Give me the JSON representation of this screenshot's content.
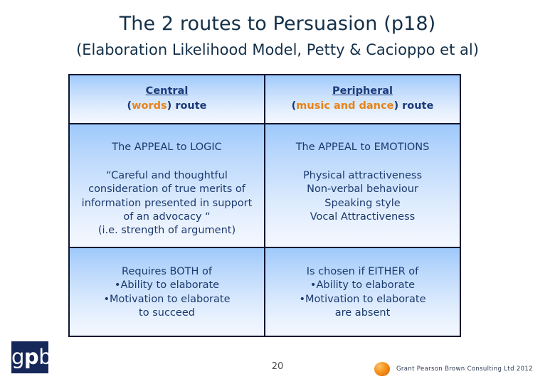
{
  "slide": {
    "title": "The 2 routes to Persuasion (p18)",
    "subtitle": "(Elaboration Likelihood Model, Petty & Cacioppo et al)",
    "page_number": "20"
  },
  "colors": {
    "title_navy": "#143049",
    "cell_text_navy": "#1b3a6e",
    "header_navy": "#1b3a7a",
    "accent_orange": "#e8821a",
    "border": "#0a1530",
    "gradient_top": "#9ec9fb",
    "gradient_bottom": "#f2f7ff",
    "logo_background": "#16275a"
  },
  "table": {
    "header": {
      "central": {
        "title": "Central",
        "sub_prefix": "(",
        "sub_highlight": "words",
        "sub_suffix": ") route"
      },
      "peripheral": {
        "title": "Peripheral",
        "sub_prefix": "(",
        "sub_highlight": "music and dance",
        "sub_suffix": ") route"
      }
    },
    "rows": [
      {
        "central": {
          "appeal": "The APPEAL to LOGIC",
          "body": [
            "“Careful and thoughtful",
            "consideration of true merits of",
            "information presented in support",
            "of an advocacy “",
            "(i.e. strength of argument)"
          ]
        },
        "peripheral": {
          "appeal": "The APPEAL to EMOTIONS",
          "body": [
            "Physical attractiveness",
            "Non-verbal behaviour",
            "Speaking style",
            "Vocal Attractiveness"
          ]
        }
      },
      {
        "central": {
          "lines": [
            "Requires BOTH of",
            "•Ability to elaborate",
            "•Motivation to elaborate",
            "to succeed"
          ]
        },
        "peripheral": {
          "lines": [
            "Is chosen if EITHER of",
            "•Ability to elaborate",
            "•Motivation to elaborate",
            "are absent"
          ]
        }
      }
    ]
  },
  "footer": {
    "logo_text_g": "g",
    "logo_text_p": "p",
    "logo_text_b": "b",
    "credit": "Grant Pearson Brown Consulting Ltd 2012",
    "ball_icon": "orange-sphere-icon"
  }
}
